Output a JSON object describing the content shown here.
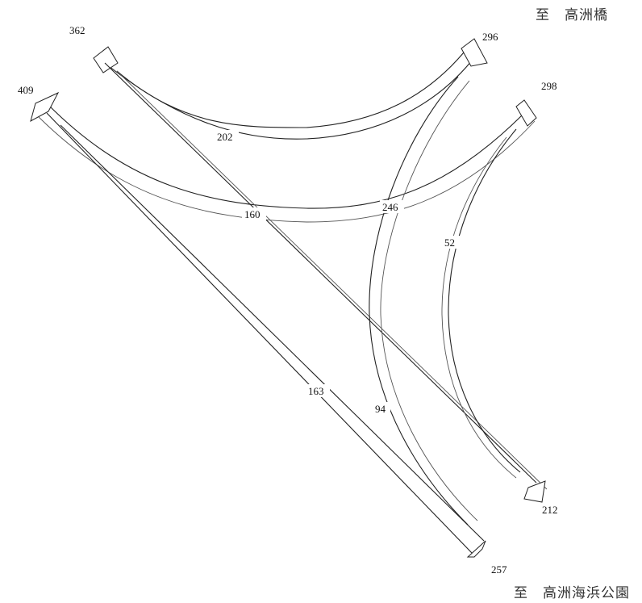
{
  "destinations": {
    "top_right": "至　高洲橋",
    "bottom_right": "至　高洲海浜公園"
  },
  "endpoint_labels": {
    "nw_in": "362",
    "ne_out": "296",
    "w_out": "409",
    "e_in": "298",
    "se_out": "212",
    "s_out": "257"
  },
  "link_labels": {
    "upper_curve": "202",
    "lower_curve": "246",
    "diagonal_a": "160",
    "diagonal_b": "163",
    "curve_mid": "94",
    "curve_right": "52"
  }
}
